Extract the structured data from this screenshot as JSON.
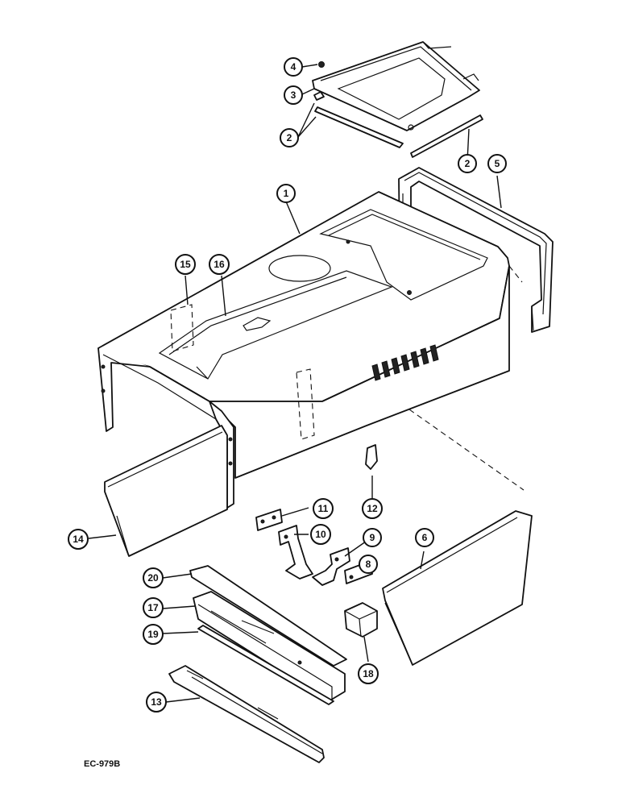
{
  "figure_code": "EC-979B",
  "callouts": [
    {
      "id": "c4",
      "label": "4"
    },
    {
      "id": "c3",
      "label": "3"
    },
    {
      "id": "c2a",
      "label": "2"
    },
    {
      "id": "c2b",
      "label": "2"
    },
    {
      "id": "c5",
      "label": "5"
    },
    {
      "id": "c1",
      "label": "1"
    },
    {
      "id": "c15",
      "label": "15"
    },
    {
      "id": "c16",
      "label": "16"
    },
    {
      "id": "c11",
      "label": "11"
    },
    {
      "id": "c10",
      "label": "10"
    },
    {
      "id": "c12",
      "label": "12"
    },
    {
      "id": "c9",
      "label": "9"
    },
    {
      "id": "c8",
      "label": "8"
    },
    {
      "id": "c6",
      "label": "6"
    },
    {
      "id": "c14",
      "label": "14"
    },
    {
      "id": "c20",
      "label": "20"
    },
    {
      "id": "c17",
      "label": "17"
    },
    {
      "id": "c19",
      "label": "19"
    },
    {
      "id": "c18",
      "label": "18"
    },
    {
      "id": "c13",
      "label": "13"
    }
  ]
}
